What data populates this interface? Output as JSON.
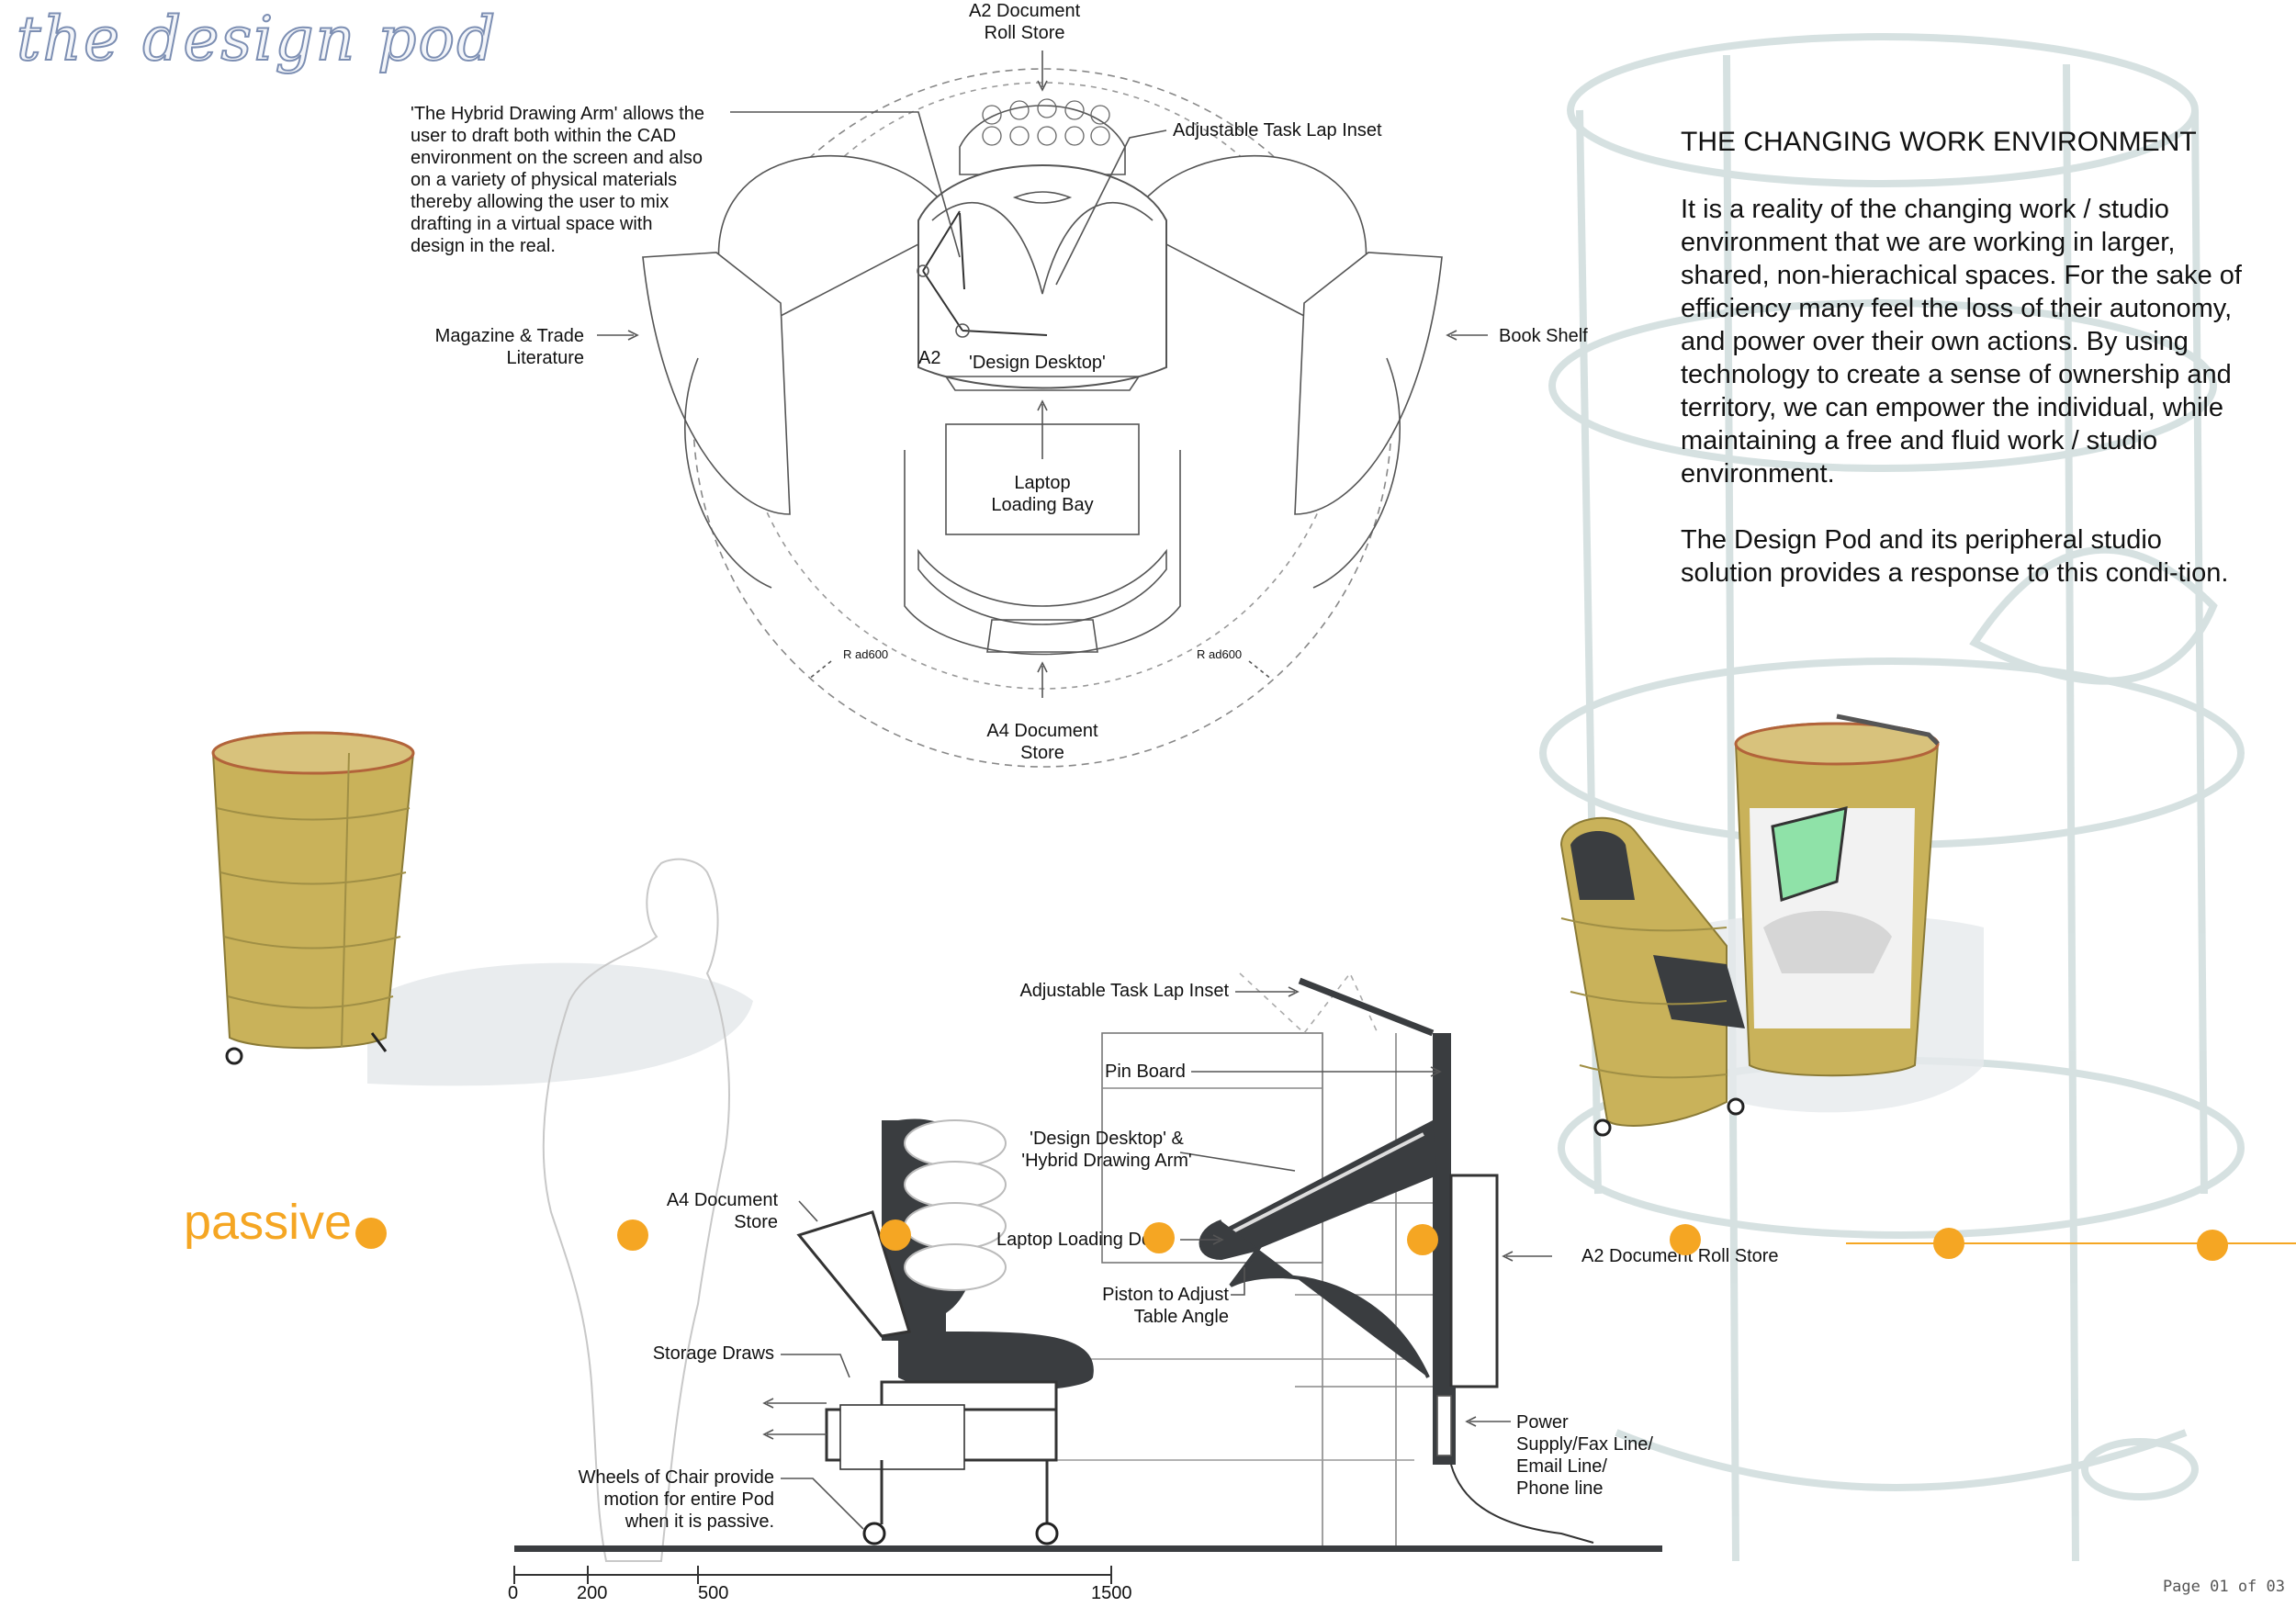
{
  "logo": {
    "text": "the design pod"
  },
  "heading": "THE CHANGING WORK ENVIRONMENT",
  "body": {
    "paragraph1": "It is a reality of the changing work / studio environment that we are working in larger, shared, non-hierachical spaces.  For the sake of efficiency many feel the loss of their autonomy, and power over their own actions. By using technology to create a sense of ownership and territory, we can empower the individual, while maintaining a free and fluid work / studio environment.",
    "paragraph2": "The Design Pod and its peripheral studio solution provides a response to this condi-tion."
  },
  "plan_labels": {
    "a2_roll_store": "A2 Document\nRoll Store",
    "hybrid_arm": "'The Hybrid Drawing Arm' allows the\nuser to draft both within the CAD\nenvironment on the screen and also\non a variety of physical materials\nthereby allowing the user to mix\ndrafting in a virtual space with\ndesign in the real.",
    "task_lap_inset": "Adjustable Task Lap Inset",
    "magazine": "Magazine & Trade\nLiterature",
    "book_shelf": "Book Shelf",
    "a2_mark": "A2",
    "design_desktop": "'Design Desktop'",
    "laptop_bay": "Laptop\nLoading Bay",
    "rad_left": "R ad600",
    "rad_right": "R ad600",
    "a4_store": "A4 Document\nStore"
  },
  "section_labels": {
    "task_lap_inset": "Adjustable Task Lap Inset",
    "pin_board": "Pin Board",
    "design_desktop_arm": "'Design Desktop' &\n'Hybrid Drawing Arm'",
    "a4_store": "A4 Document\nStore",
    "laptop_dock": "Laptop Loading Dock",
    "piston": "Piston to Adjust\nTable Angle",
    "a2_roll_store": "A2 Document Roll Store",
    "storage_draws": "Storage Draws",
    "power": "Power\nSupply/Fax Line/\nEmail Line/\nPhone line",
    "wheels": "Wheels of Chair provide\nmotion for entire Pod\nwhen it is passive."
  },
  "passive_label": "passive",
  "scale_bar": {
    "ticks": [
      "0",
      "200",
      "500",
      "1500"
    ]
  },
  "page_number": "Page 01 of 03",
  "colors": {
    "accent_orange": "#f5a623",
    "wood": "#c9b25a",
    "dark_part": "#3a3d40",
    "ghost_wire": "#c9d8d8"
  }
}
